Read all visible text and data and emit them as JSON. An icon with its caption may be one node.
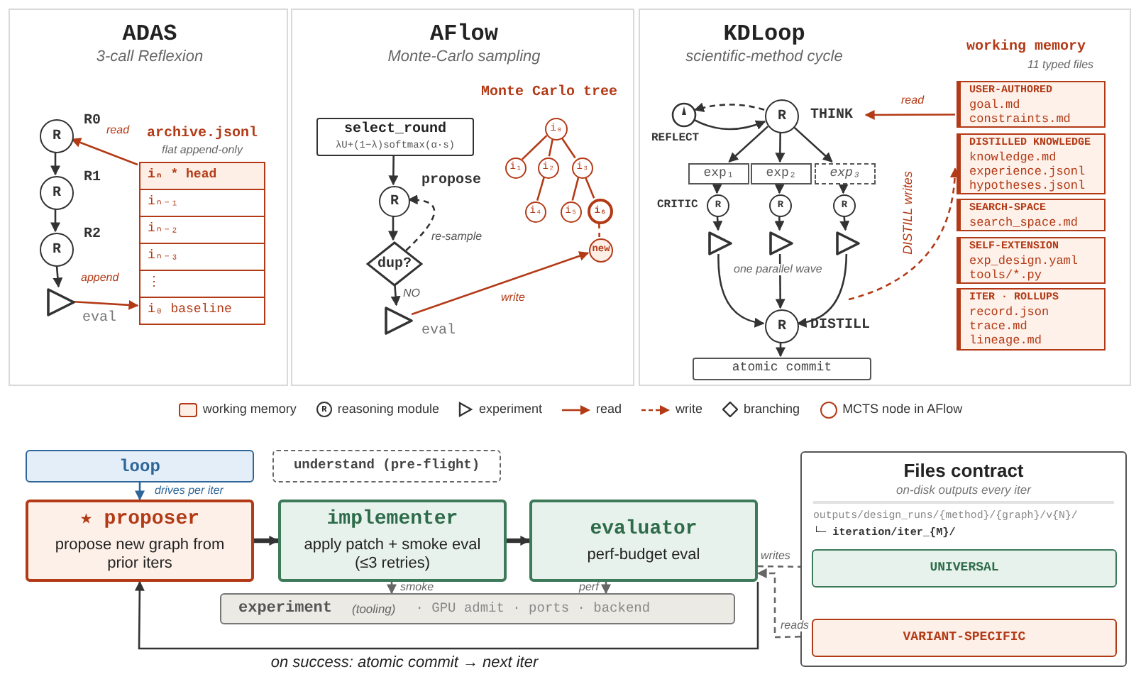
{
  "diagram": {
    "nodes": [
      {
        "text": [
          "ADAS",
          "3-call Reflexion"
        ]
      },
      {
        "text": [
          "R"
        ],
        "in": 0,
        "beside": [
          "R0"
        ]
      },
      {
        "text": [
          "R"
        ],
        "in": 0,
        "beside": [
          "R1"
        ]
      },
      {
        "text": [
          "R"
        ],
        "in": 0,
        "beside": [
          "R2"
        ]
      },
      {
        "text": [],
        "shape": "triangle",
        "in": 0,
        "beside": [
          "eval"
        ]
      },
      {
        "text": [
          "archive.jsonl",
          "flat append-only"
        ],
        "in": 0
      },
      {
        "text": [
          "iₙ * head"
        ],
        "in": 5
      },
      {
        "text": [
          "iₙ₋₁"
        ],
        "in": 5
      },
      {
        "text": [
          "iₙ₋₂"
        ],
        "in": 5
      },
      {
        "text": [
          "iₙ₋₃"
        ],
        "in": 5
      },
      {
        "text": [
          "⋮"
        ],
        "in": 5
      },
      {
        "text": [
          "i₀ baseline"
        ],
        "in": 5
      },
      {
        "text": [
          "AFlow",
          "Monte-Carlo sampling"
        ]
      },
      {
        "text": [
          "select_round",
          "λU+(1−λ)softmax(α·s)"
        ],
        "in": 12
      },
      {
        "text": [
          "R"
        ],
        "in": 12,
        "beside": [
          "propose"
        ]
      },
      {
        "text": [
          "dup?"
        ],
        "in": 12
      },
      {
        "text": [],
        "shape": "triangle",
        "in": 12,
        "beside": [
          "eval"
        ]
      },
      {
        "text": [
          "i₀"
        ],
        "in": 12
      },
      {
        "text": [
          "i₁"
        ],
        "in": 12
      },
      {
        "text": [
          "i₂"
        ],
        "in": 12
      },
      {
        "text": [
          "i₃"
        ],
        "in": 12
      },
      {
        "text": [
          "i₄"
        ],
        "in": 12
      },
      {
        "text": [
          "i₅"
        ],
        "in": 12
      },
      {
        "text": [
          "i₆"
        ],
        "in": 12
      },
      {
        "text": [
          "new"
        ],
        "in": 12
      },
      {
        "text": [
          "KDLoop",
          "scientific-method cycle"
        ]
      },
      {
        "text": [],
        "shape": "clock",
        "in": 25,
        "beside": [
          "REFLECT"
        ]
      },
      {
        "text": [
          "R"
        ],
        "in": 25,
        "beside": [
          "THINK"
        ]
      },
      {
        "text": [
          "exp₁"
        ],
        "in": 25
      },
      {
        "text": [
          "exp₂"
        ],
        "in": 25
      },
      {
        "text": [
          "exp₃"
        ],
        "in": 25
      },
      {
        "text": [
          "R"
        ],
        "in": 25,
        "beside": [
          "CRITIC"
        ]
      },
      {
        "text": [
          "R"
        ],
        "in": 25
      },
      {
        "text": [
          "R"
        ],
        "in": 25
      },
      {
        "text": [],
        "shape": "triangle",
        "in": 25
      },
      {
        "text": [],
        "shape": "triangle",
        "in": 25
      },
      {
        "text": [],
        "shape": "triangle",
        "in": 25
      },
      {
        "text": [
          "R"
        ],
        "in": 25,
        "beside": [
          "DISTILL"
        ]
      },
      {
        "text": [
          "atomic commit"
        ],
        "in": 25
      },
      {
        "text": [
          "USER-AUTHORED",
          "goal.md",
          "constraints.md"
        ],
        "in": 25
      },
      {
        "text": [
          "DISTILLED KNOWLEDGE",
          "knowledge.md",
          "experience.jsonl",
          "hypotheses.jsonl"
        ],
        "in": 25
      },
      {
        "text": [
          "SEARCH-SPACE",
          "search_space.md"
        ],
        "in": 25
      },
      {
        "text": [
          "SELF-EXTENSION",
          "exp_design.yaml",
          "tools/*.py"
        ],
        "in": 25
      },
      {
        "text": [
          "ITER · ROLLUPS",
          "record.json",
          "trace.md",
          "lineage.md"
        ],
        "in": 25
      },
      {
        "text": [
          "loop"
        ]
      },
      {
        "text": [
          "understand (pre-flight)"
        ]
      },
      {
        "text": [
          "★ proposer",
          "propose new graph from prior iters"
        ]
      },
      {
        "text": [
          "implementer",
          "apply patch + smoke eval (≤3 retries)"
        ]
      },
      {
        "text": [
          "evaluator",
          "perf-budget eval"
        ]
      },
      {
        "text": [
          "experiment",
          "(tooling)",
          "· GPU admit · ports · backend"
        ]
      },
      {
        "text": [
          "Files contract",
          "on-disk outputs every iter",
          "outputs/design_runs/{method}/{graph}/v{N}/",
          "└─ iteration/iter_{M}/"
        ]
      },
      {
        "text": [
          "UNIVERSAL"
        ],
        "in": 50
      },
      {
        "text": [
          "VARIANT-SPECIFIC"
        ],
        "in": 50
      }
    ],
    "edges": [
      {
        "from": 1,
        "to": 2,
        "arrow": "to"
      },
      {
        "from": 2,
        "to": 3,
        "arrow": "to"
      },
      {
        "from": 3,
        "to": 4,
        "arrow": "to"
      },
      {
        "from": 6,
        "to": 1,
        "arrow": "to",
        "label": "read",
        "color": "#b33a16"
      },
      {
        "from": 4,
        "to": 11,
        "arrow": "to",
        "label": "append",
        "color": "#b33a16"
      },
      {
        "from": 13,
        "to": 14,
        "arrow": "to"
      },
      {
        "from": 14,
        "to": 15,
        "arrow": "to"
      },
      {
        "from": 15,
        "to": 14,
        "arrow": "to",
        "label": "re-sample",
        "style": "dashed"
      },
      {
        "from": 15,
        "to": 16,
        "arrow": "to",
        "label": "NO"
      },
      {
        "from": 16,
        "to": 24,
        "arrow": "to",
        "label": "write",
        "color": "#b33a16"
      },
      {
        "from": 17,
        "to": 18,
        "arrow": "none",
        "color": "#b33a16"
      },
      {
        "from": 17,
        "to": 19,
        "arrow": "none",
        "color": "#b33a16"
      },
      {
        "from": 17,
        "to": 20,
        "arrow": "none",
        "color": "#b33a16"
      },
      {
        "from": 19,
        "to": 21,
        "arrow": "none",
        "color": "#b33a16"
      },
      {
        "from": 20,
        "to": 22,
        "arrow": "none",
        "color": "#b33a16"
      },
      {
        "from": 20,
        "to": 23,
        "arrow": "none",
        "color": "#b33a16"
      },
      {
        "from": 23,
        "to": 24,
        "arrow": "none",
        "style": "dashed",
        "color": "#b33a16"
      },
      {
        "from": 27,
        "to": 26,
        "arrow": "to",
        "style": "dashed"
      },
      {
        "from": 26,
        "to": 27,
        "arrow": "to"
      },
      {
        "from": 39,
        "to": 27,
        "arrow": "to",
        "label": "read",
        "color": "#b33a16"
      },
      {
        "from": 27,
        "to": 28,
        "arrow": "to"
      },
      {
        "from": 27,
        "to": 29,
        "arrow": "to"
      },
      {
        "from": 27,
        "to": 30,
        "arrow": "to"
      },
      {
        "from": 28,
        "to": 31,
        "arrow": "to"
      },
      {
        "from": 29,
        "to": 32,
        "arrow": "to"
      },
      {
        "from": 30,
        "to": 33,
        "arrow": "to"
      },
      {
        "from": 31,
        "to": 34,
        "arrow": "to"
      },
      {
        "from": 32,
        "to": 35,
        "arrow": "to"
      },
      {
        "from": 33,
        "to": 36,
        "arrow": "to"
      },
      {
        "from": 34,
        "to": 37,
        "arrow": "to"
      },
      {
        "from": 35,
        "to": 37,
        "arrow": "to"
      },
      {
        "from": 36,
        "to": 37,
        "arrow": "to"
      },
      {
        "from": 37,
        "to": 38,
        "arrow": "to"
      },
      {
        "from": null,
        "to": 40,
        "arrow": "to",
        "label": "DISTILL writes",
        "style": "dashed",
        "color": "#b33a16"
      },
      {
        "from": 44,
        "to": 46,
        "arrow": "to",
        "label": "drives per iter",
        "color": "#2f6699"
      },
      {
        "from": 46,
        "to": 47,
        "arrow": "to",
        "style": "thick"
      },
      {
        "from": 47,
        "to": 48,
        "arrow": "to",
        "style": "thick"
      },
      {
        "from": 47,
        "to": 49,
        "arrow": "to",
        "label": "smoke",
        "color": "#666666"
      },
      {
        "from": 48,
        "to": 49,
        "arrow": "to",
        "label": "perf",
        "color": "#666666"
      },
      {
        "from": 48,
        "to": 51,
        "arrow": "to",
        "label": "writes",
        "style": "dashed",
        "color": "#666666"
      },
      {
        "from": 52,
        "to": 48,
        "arrow": "to",
        "label": "reads",
        "style": "dashed",
        "color": "#666666"
      },
      {
        "from": 48,
        "to": 46,
        "arrow": "to",
        "label": "on success: atomic commit → next iter"
      }
    ],
    "labels": [
      "Monte Carlo tree",
      "working memory",
      "11 typed files",
      "one parallel wave",
      "R"
    ],
    "legend": [
      {
        "text": "working memory"
      },
      {
        "text": "reasoning module"
      },
      {
        "text": "experiment"
      },
      {
        "text": "read"
      },
      {
        "text": "write"
      },
      {
        "text": "branching"
      },
      {
        "text": "MCTS node in AFlow"
      }
    ]
  }
}
